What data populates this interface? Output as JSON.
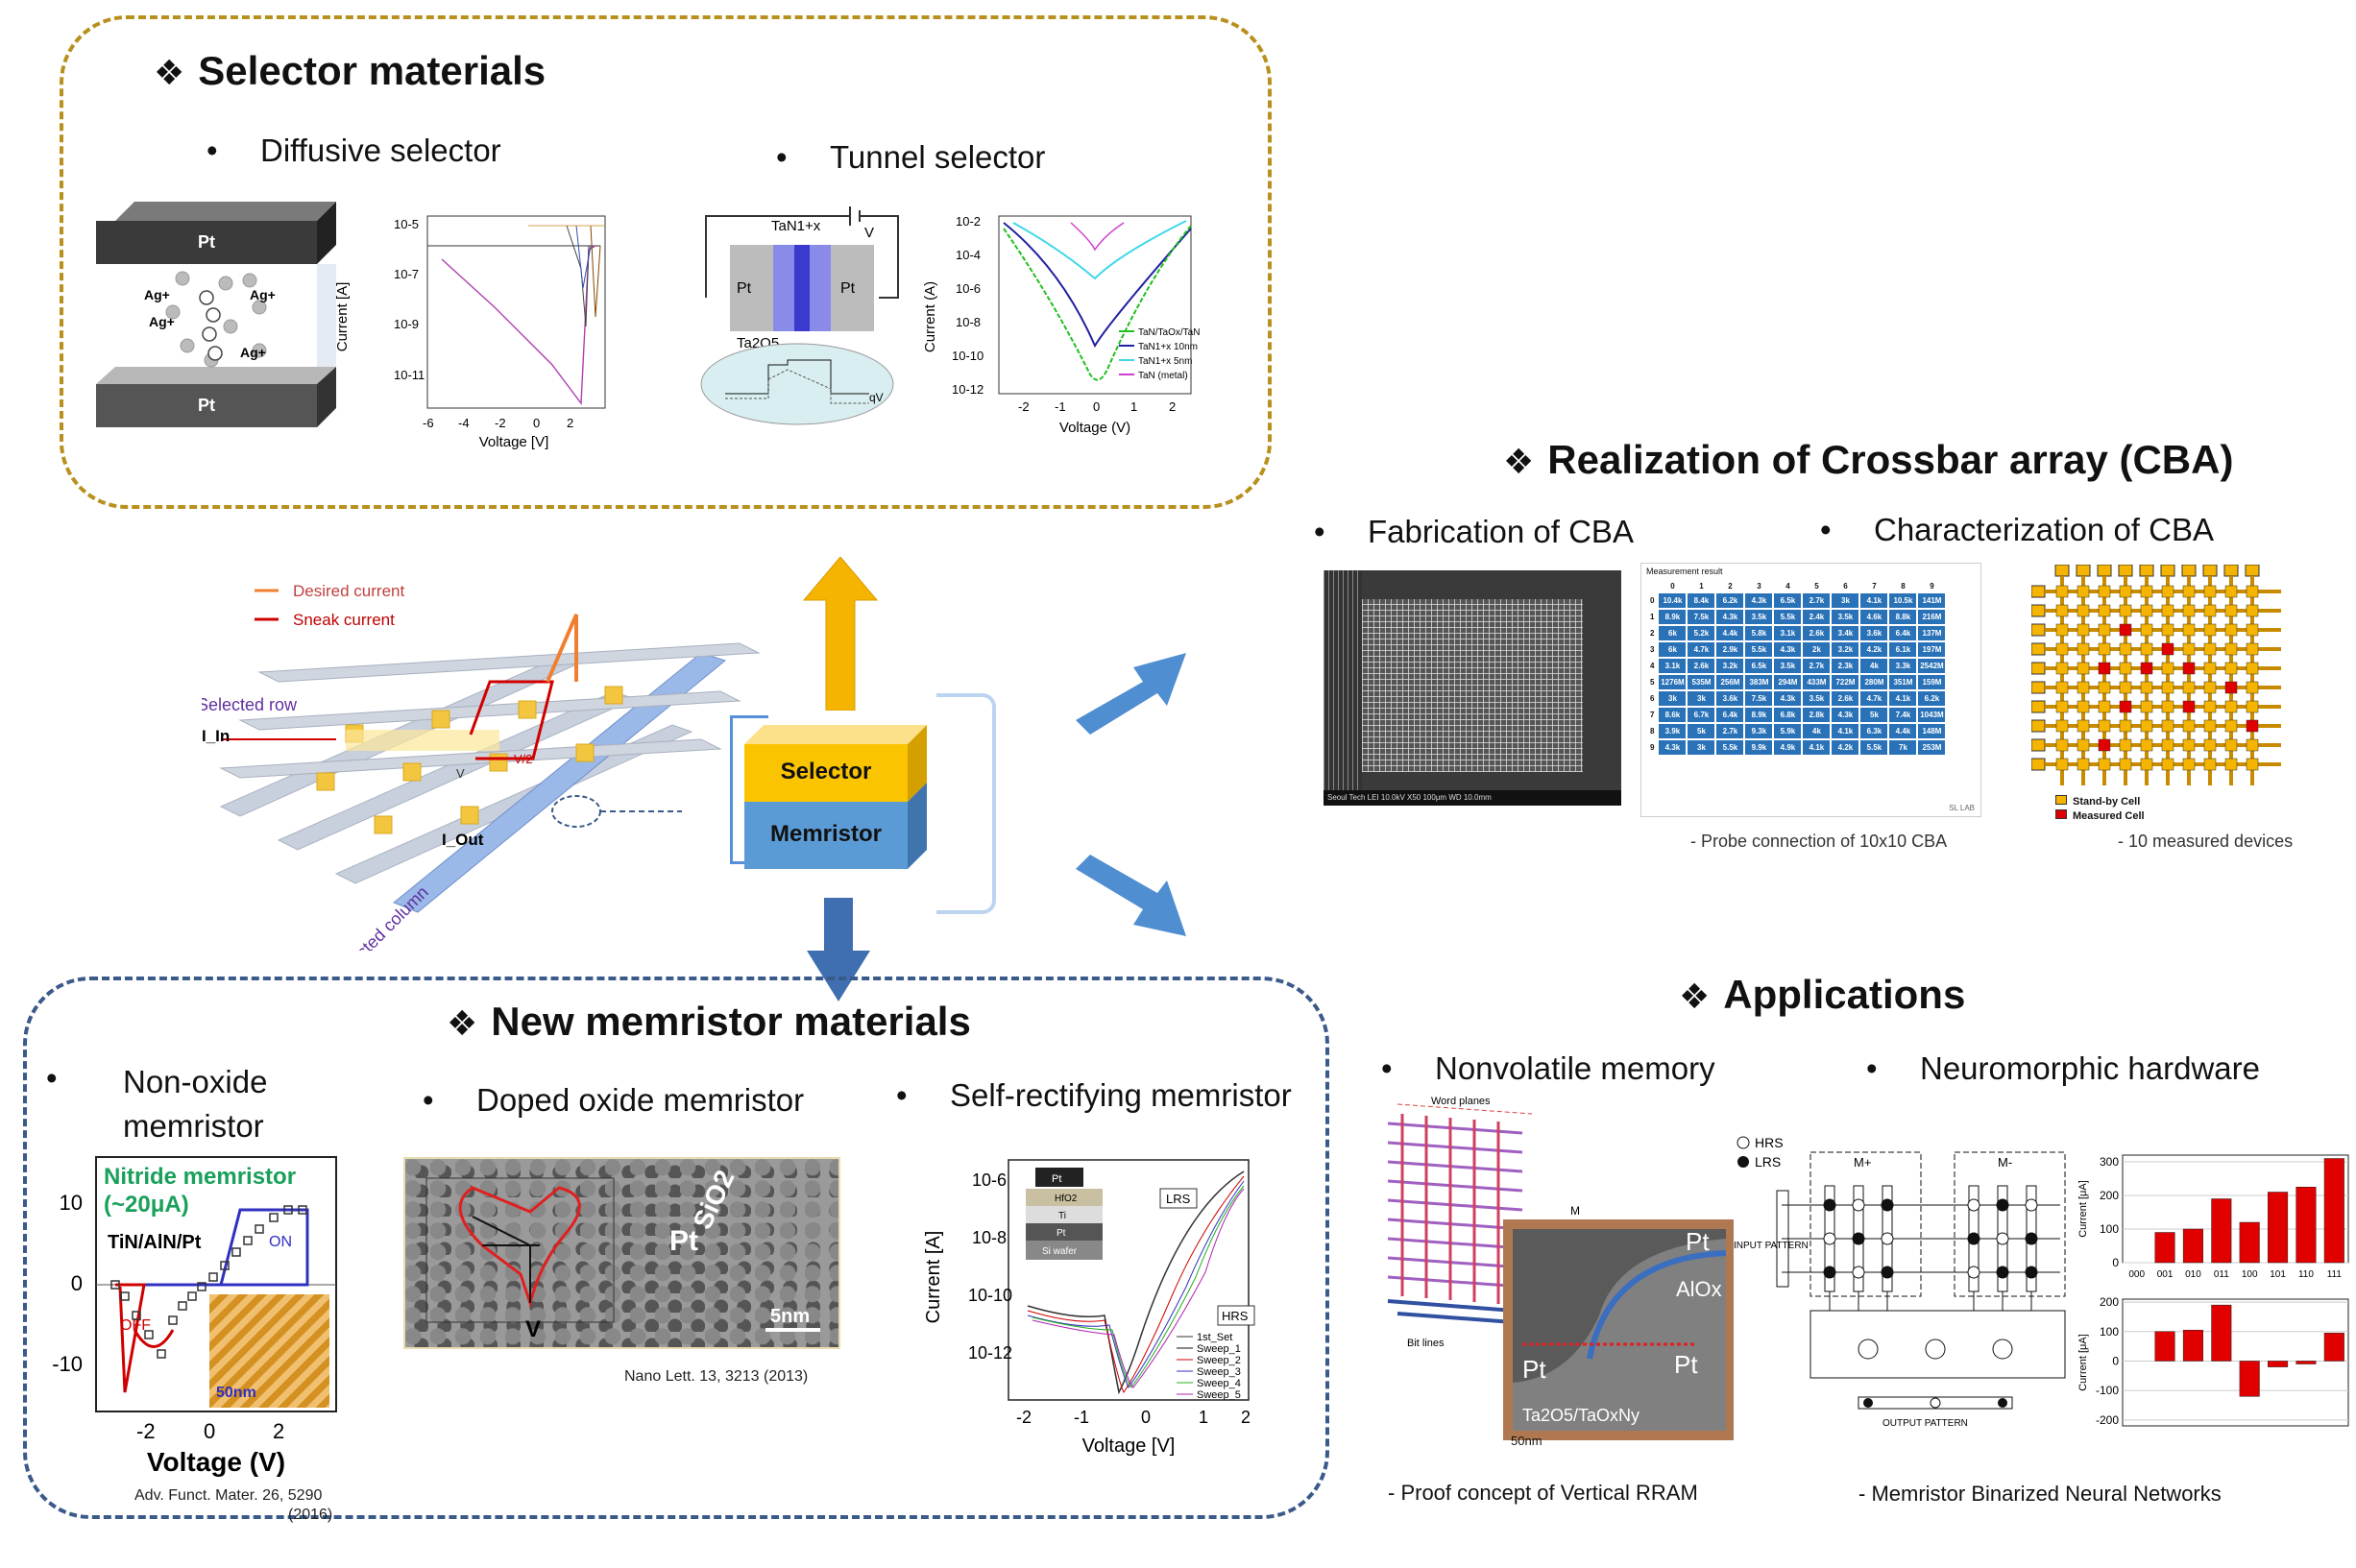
{
  "selector_section": {
    "title": "Selector materials",
    "bullets": [
      "Diffusive selector",
      "Tunnel selector"
    ],
    "diffusive": {
      "electrode_top": "Pt",
      "electrode_bottom": "Pt",
      "ion": "Ag",
      "ylabel": "Current [A]",
      "xlabel": "Voltage [V]",
      "xticks": [
        "-6",
        "-4",
        "-2",
        "0",
        "2"
      ],
      "yticks": [
        "10-5",
        "10-7",
        "10-9",
        "10-11"
      ]
    },
    "tunnel": {
      "layer_top": "TaN1+x",
      "v_label": "V",
      "electrode_left": "Pt",
      "electrode_right": "Pt",
      "oxide": "Ta2O5",
      "barrier": "qV",
      "ylabel": "Current (A)",
      "xlabel": "Voltage (V)",
      "xticks": [
        "-2",
        "-1",
        "0",
        "1",
        "2"
      ],
      "yticks": [
        "10-2",
        "10-4",
        "10-6",
        "10-8",
        "10-10",
        "10-12"
      ],
      "legend": [
        "TaN/TaOx/TaN",
        "TaN1+x 10nm",
        "TaN1+x 5nm",
        "TaN (metal)"
      ]
    }
  },
  "center": {
    "legend_desired": "Desired current",
    "legend_sneak": "Sneak current",
    "selected_row": "Selected row",
    "selected_column": "Selected column",
    "i_in": "I_In",
    "i_out": "I_Out",
    "v_label": "V",
    "v2_label": "V/2",
    "stack_top": "Selector",
    "stack_bottom": "Memristor"
  },
  "cba_section": {
    "title": "Realization of Crossbar array (CBA)",
    "bullets": [
      "Fabrication of CBA",
      "Characterization of CBA"
    ],
    "sem_footer": "Seoul Tech     LEI   10.0kV   X50    100μm  WD 10.0mm",
    "table_title": "Measurement result",
    "table_cols": [
      "0",
      "1",
      "2",
      "3",
      "4",
      "5",
      "6",
      "7",
      "8",
      "9"
    ],
    "table_rows": [
      [
        "10.4k",
        "8.4k",
        "6.2k",
        "4.3k",
        "6.5k",
        "2.7k",
        "3k",
        "4.1k",
        "10.5k",
        "141M"
      ],
      [
        "8.9k",
        "7.5k",
        "4.3k",
        "3.5k",
        "5.5k",
        "2.4k",
        "3.5k",
        "4.6k",
        "8.8k",
        "216M"
      ],
      [
        "6k",
        "5.2k",
        "4.4k",
        "5.8k",
        "3.1k",
        "2.6k",
        "3.4k",
        "3.6k",
        "6.4k",
        "137M"
      ],
      [
        "6k",
        "4.7k",
        "2.9k",
        "5.5k",
        "4.3k",
        "2k",
        "3.2k",
        "4.2k",
        "6.1k",
        "197M"
      ],
      [
        "3.1k",
        "2.6k",
        "3.2k",
        "6.5k",
        "3.5k",
        "2.7k",
        "2.3k",
        "4k",
        "3.3k",
        "2542M"
      ],
      [
        "1276M",
        "535M",
        "256M",
        "383M",
        "294M",
        "433M",
        "722M",
        "280M",
        "351M",
        "159M"
      ],
      [
        "3k",
        "3k",
        "3.6k",
        "7.5k",
        "4.3k",
        "3.5k",
        "2.6k",
        "4.7k",
        "4.1k",
        "6.2k"
      ],
      [
        "8.6k",
        "6.7k",
        "6.4k",
        "8.9k",
        "6.8k",
        "2.8k",
        "4.3k",
        "5k",
        "7.4k",
        "1043M"
      ],
      [
        "3.9k",
        "5k",
        "2.7k",
        "9.3k",
        "5.9k",
        "4k",
        "4.1k",
        "6.3k",
        "4.4k",
        "148M"
      ],
      [
        "4.3k",
        "3k",
        "5.5k",
        "9.9k",
        "4.9k",
        "4.1k",
        "4.2k",
        "5.5k",
        "7k",
        "253M"
      ]
    ],
    "table_footer": "SL LAB",
    "grid_legend_standby": "Stand-by Cell",
    "grid_legend_measured": "Measured Cell",
    "caption_probe": "- Probe connection of 10x10 CBA",
    "caption_devices": "- 10 measured devices"
  },
  "memristor_section": {
    "title": "New memristor materials",
    "bullets": [
      "Non-oxide memristor",
      "Doped oxide memristor",
      "Self-rectifying memristor"
    ],
    "nitride": {
      "label": "Nitride memristor",
      "current": "(~20μA)",
      "stack": "TiN/AlN/Pt",
      "on": "ON",
      "off": "OFF",
      "scale": "50nm",
      "xlabel": "Voltage (V)",
      "xticks": [
        "-2",
        "0",
        "2"
      ],
      "yticks": [
        "10",
        "0",
        "-10"
      ],
      "ref": "Adv. Funct. Mater. 26, 5290",
      "ref_year": "(2016)"
    },
    "doped": {
      "pt": "Pt",
      "oxide": "SiO2",
      "v": "V",
      "scale": "5nm",
      "ref": "Nano Lett. 13, 3213 (2013)"
    },
    "selfrect": {
      "layers": [
        "Pt",
        "HfO2",
        "Ti",
        "Pt",
        "Si wafer"
      ],
      "lrs": "LRS",
      "hrs": "HRS",
      "ylabel": "Current [A]",
      "xlabel": "Voltage [V]",
      "xticks": [
        "-2",
        "-1",
        "0",
        "1",
        "2"
      ],
      "yticks": [
        "10-6",
        "10-8",
        "10-10",
        "10-12"
      ],
      "legend": [
        "1st_Set",
        "Sweep_1",
        "Sweep_2",
        "Sweep_3",
        "Sweep_4",
        "Sweep_5"
      ]
    }
  },
  "applications_section": {
    "title": "Applications",
    "bullets": [
      "Nonvolatile memory",
      "Neuromorphic hardware"
    ],
    "vrram": {
      "word_planes": "Word planes",
      "bit_lines": "Bit lines",
      "m": "M",
      "pt_top": "Pt",
      "alox": "AlOx",
      "pt_left": "Pt",
      "pt_right": "Pt",
      "bottom": "Ta2O5/TaOxNy",
      "scale": "50nm",
      "caption": "- Proof concept of Vertical RRAM"
    },
    "neuro": {
      "hrs": "HRS",
      "lrs": "LRS",
      "m_plus": "M+",
      "m_minus": "M-",
      "input": "INPUT PATTERN",
      "output": "OUTPUT PATTERN",
      "caption": "- Memristor Binarized Neural Networks",
      "ylabel": "Current [μA]",
      "categories": [
        "000",
        "001",
        "010",
        "011",
        "100",
        "101",
        "110",
        "111"
      ]
    }
  },
  "chart_data": [
    {
      "type": "bar",
      "title": "",
      "ylabel": "Current [μA]",
      "categories": [
        "000",
        "001",
        "010",
        "011",
        "100",
        "101",
        "110",
        "111"
      ],
      "values": [
        0,
        90,
        100,
        190,
        120,
        210,
        225,
        310
      ],
      "ylim": [
        0,
        320
      ],
      "yticks": [
        "0",
        "100",
        "200",
        "300"
      ],
      "color": "#e00000"
    },
    {
      "type": "bar",
      "title": "",
      "ylabel": "Current [μA]",
      "categories": [
        "000",
        "001",
        "010",
        "011",
        "100",
        "101",
        "110",
        "111"
      ],
      "values": [
        0,
        100,
        105,
        190,
        -120,
        -20,
        -10,
        95
      ],
      "ylim": [
        -220,
        210
      ],
      "yticks": [
        "200",
        "100",
        "0",
        "-100",
        "-200"
      ],
      "color": "#e00000"
    }
  ]
}
